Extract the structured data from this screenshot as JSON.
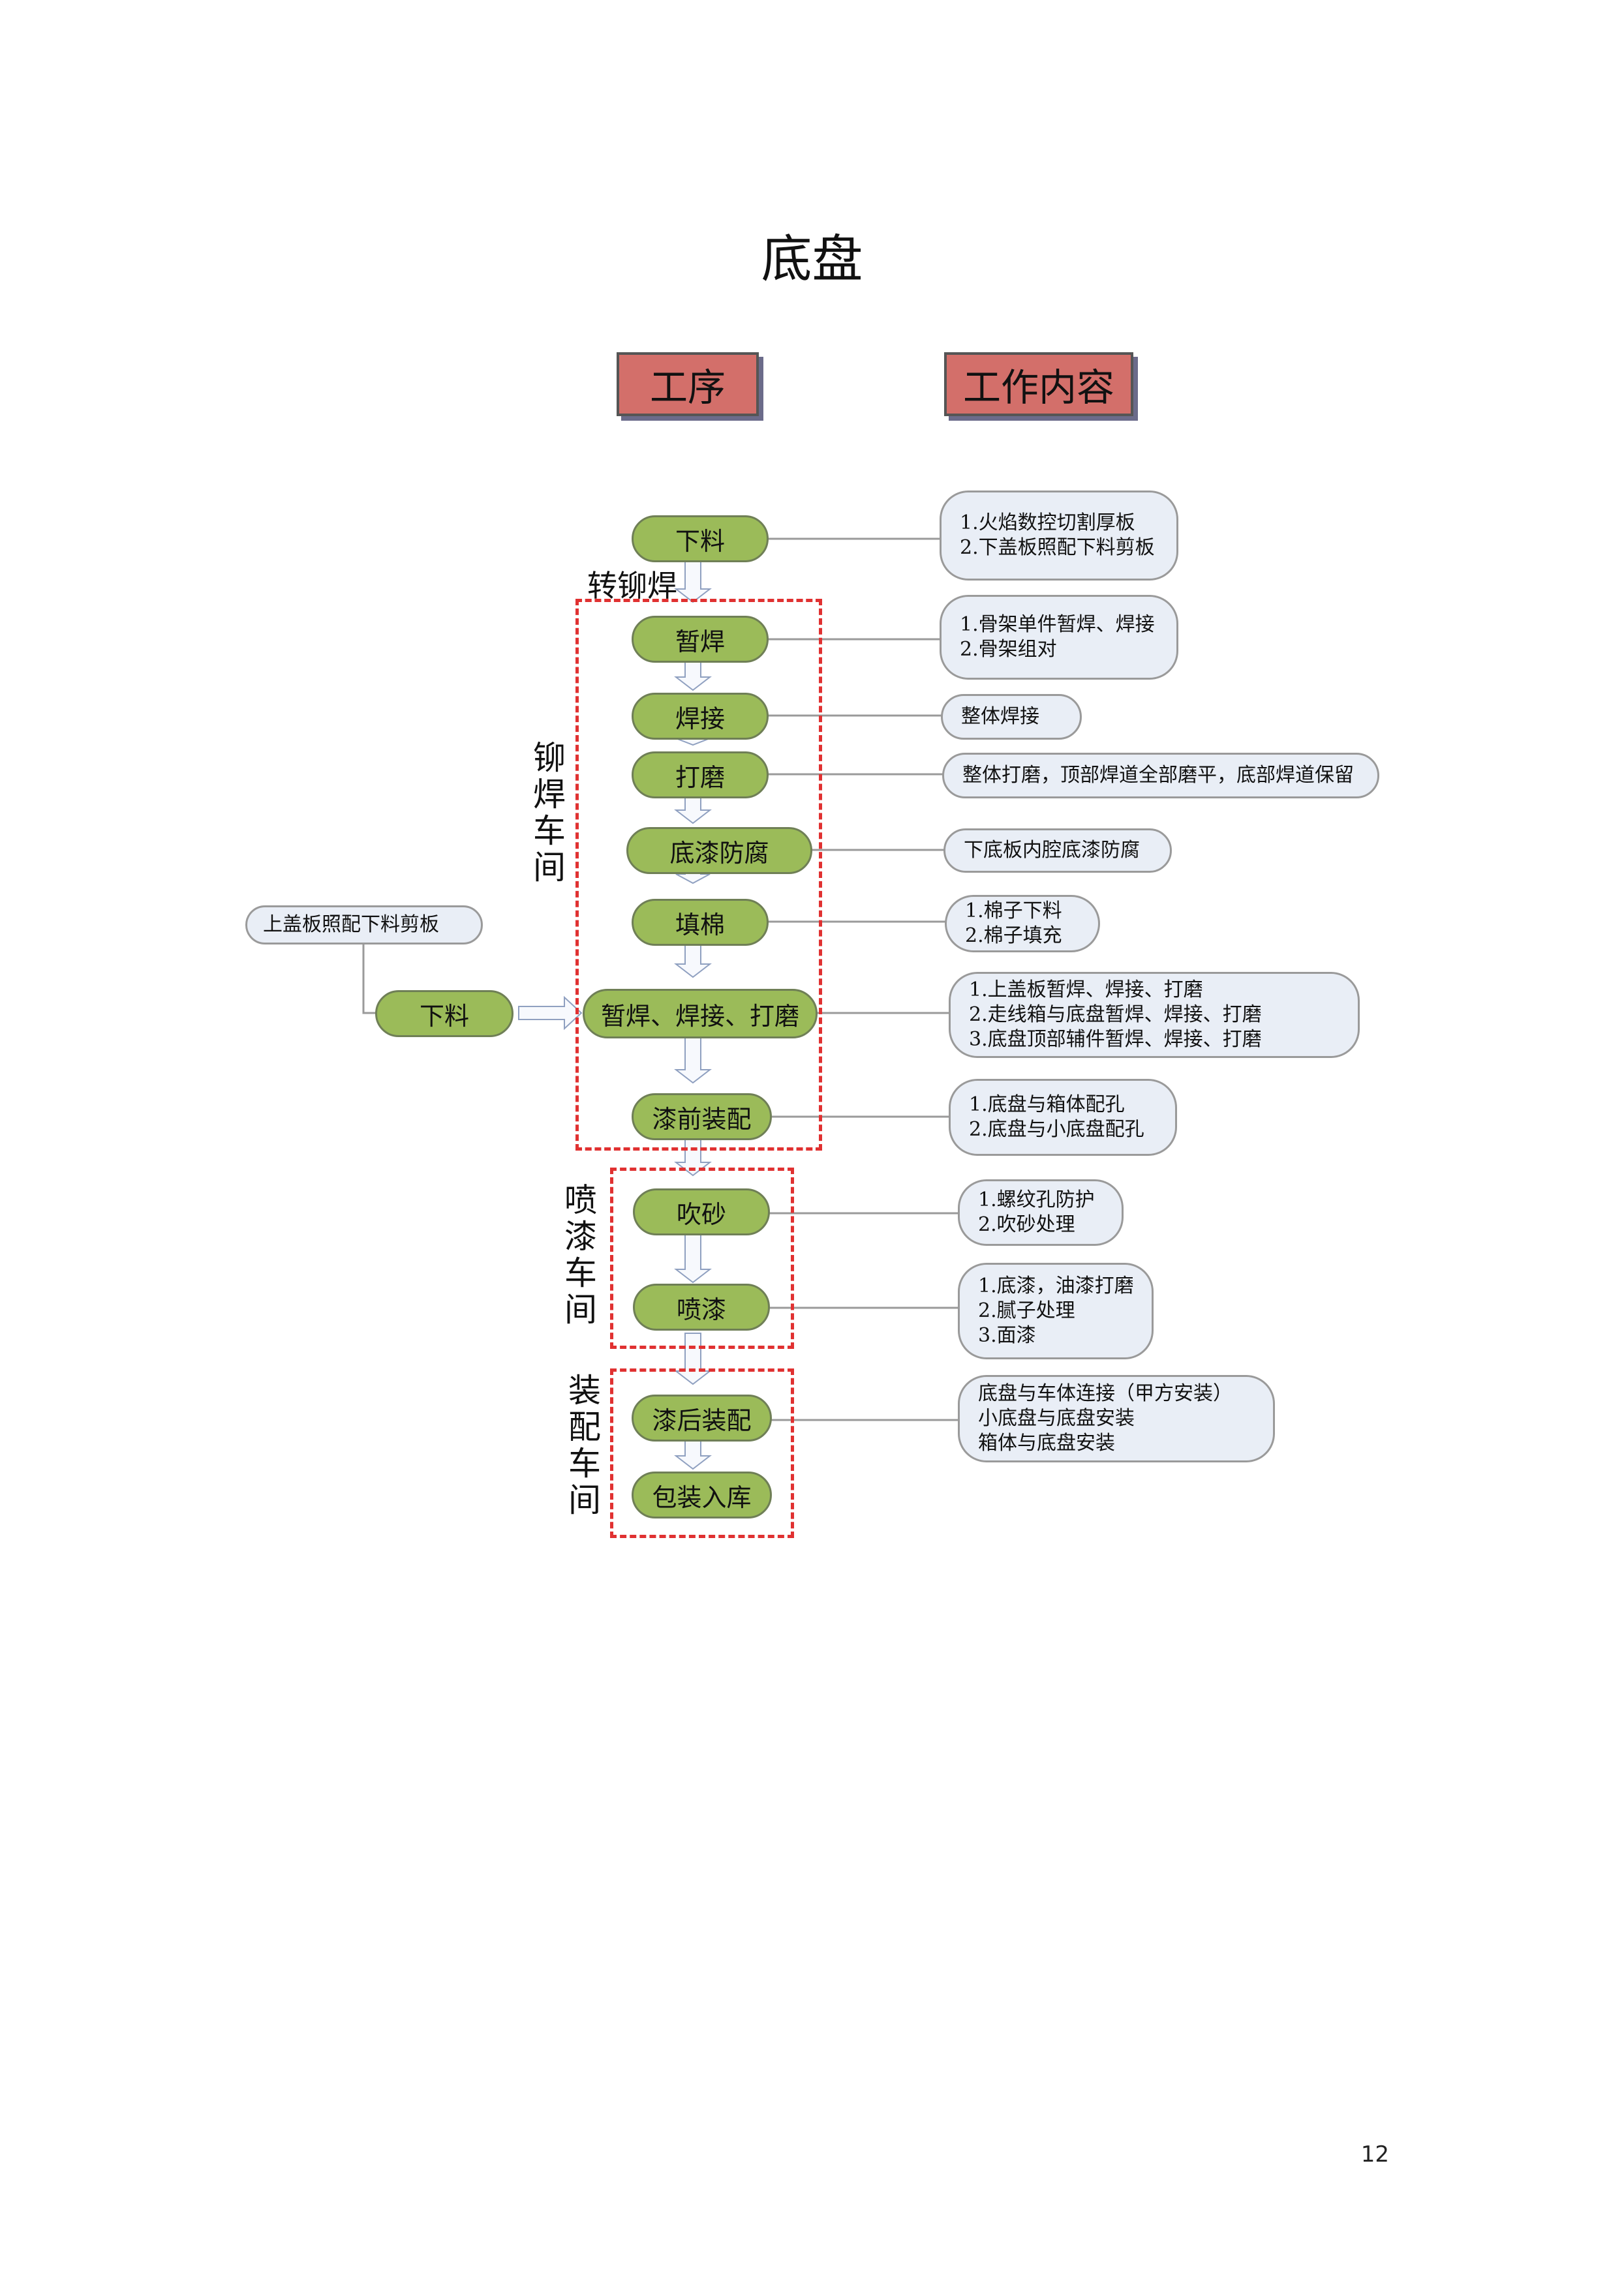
{
  "title": "底盘",
  "headers": {
    "process": "工序",
    "content": "工作内容"
  },
  "labels": {
    "transfer": "转铆焊",
    "shop_riveting": "铆焊车间",
    "shop_painting": "喷漆车间",
    "shop_assembly": "装配车间"
  },
  "steps": [
    {
      "label": "下料",
      "notes": [
        "1.火焰数控切割厚板",
        "2.下盖板照配下料剪板"
      ]
    },
    {
      "label": "暂焊",
      "notes": [
        "1.骨架单件暂焊、焊接",
        "2.骨架组对"
      ]
    },
    {
      "label": "焊接",
      "notes": [
        "整体焊接"
      ]
    },
    {
      "label": "打磨",
      "notes": [
        "整体打磨，顶部焊道全部磨平，底部焊道保留"
      ]
    },
    {
      "label": "底漆防腐",
      "notes": [
        "下底板内腔底漆防腐"
      ]
    },
    {
      "label": "填棉",
      "notes": [
        "1.棉子下料",
        "2.棉子填充"
      ]
    },
    {
      "label": "暂焊、焊接、打磨",
      "notes": [
        "1.上盖板暂焊、焊接、打磨",
        "2.走线箱与底盘暂焊、焊接、打磨",
        "3.底盘顶部辅件暂焊、焊接、打磨"
      ]
    },
    {
      "label": "漆前装配",
      "notes": [
        "1.底盘与箱体配孔",
        "2.底盘与小底盘配孔"
      ]
    },
    {
      "label": "吹砂",
      "notes": [
        "1.螺纹孔防护",
        "2.吹砂处理"
      ]
    },
    {
      "label": "喷漆",
      "notes": [
        "1.底漆，油漆打磨",
        "2.腻子处理",
        "3.面漆"
      ]
    },
    {
      "label": "漆后装配",
      "notes": [
        "底盘与车体连接（甲方安装）",
        "小底盘与底盘安装",
        "箱体与底盘安装"
      ]
    },
    {
      "label": "包装入库",
      "notes": []
    }
  ],
  "side": {
    "note": "上盖板照配下料剪板",
    "step": "下料"
  },
  "page_number": "12"
}
